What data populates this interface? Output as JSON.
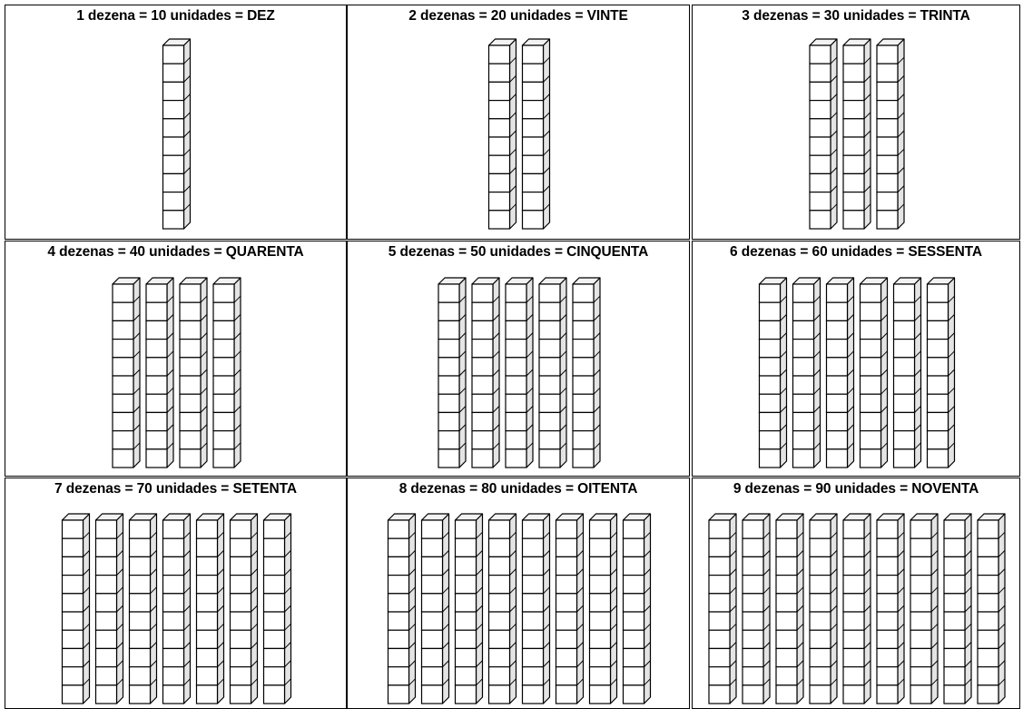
{
  "cards": [
    {
      "label": "1 dezena = 10 unidades = DEZ",
      "rods": 1,
      "units_per_rod": 10
    },
    {
      "label": "2 dezenas = 20 unidades = VINTE",
      "rods": 2,
      "units_per_rod": 10
    },
    {
      "label": "3 dezenas = 30 unidades = TRINTA",
      "rods": 3,
      "units_per_rod": 10
    },
    {
      "label": "4 dezenas = 40 unidades = QUARENTA",
      "rods": 4,
      "units_per_rod": 10
    },
    {
      "label": "5 dezenas = 50 unidades = CINQUENTA",
      "rods": 5,
      "units_per_rod": 10
    },
    {
      "label": "6 dezenas = 60 unidades = SESSENTA",
      "rods": 6,
      "units_per_rod": 10
    },
    {
      "label": "7 dezenas = 70 unidades = SETENTA",
      "rods": 7,
      "units_per_rod": 10
    },
    {
      "label": "8 dezenas = 80 unidades = OITENTA",
      "rods": 8,
      "units_per_rod": 10
    },
    {
      "label": "9 dezenas = 90 unidades = NOVENTA",
      "rods": 9,
      "units_per_rod": 10
    }
  ]
}
